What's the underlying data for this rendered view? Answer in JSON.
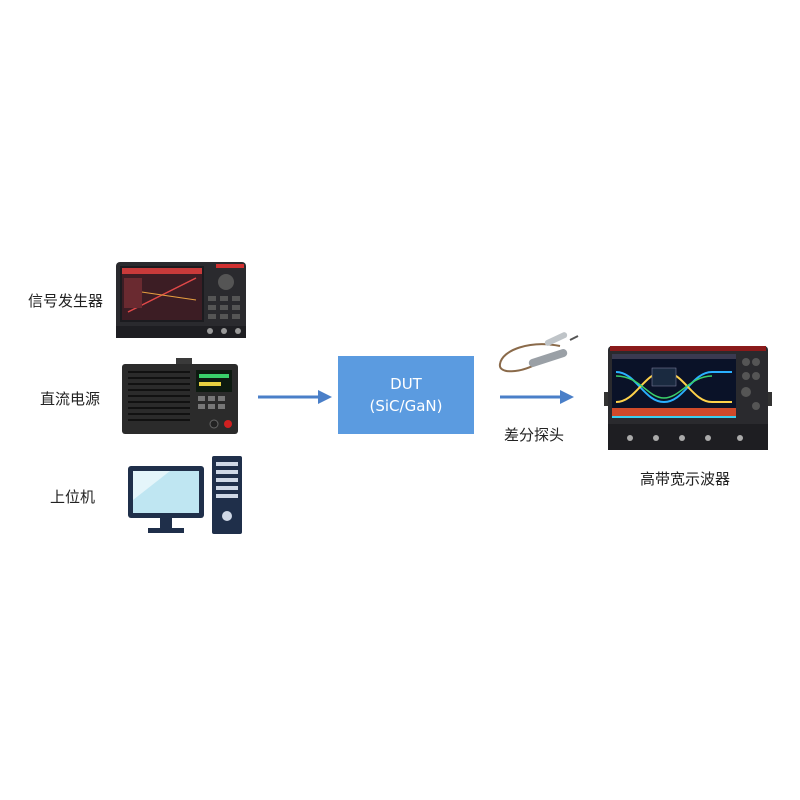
{
  "devices": {
    "signal_generator": "信号发生器",
    "power_supply": "直流电源",
    "host_pc": "上位机",
    "dut_title": "DUT",
    "dut_subtitle": "(SiC/GaN)",
    "probe": "差分探头",
    "oscilloscope": "高带宽示波器"
  },
  "colors": {
    "dut_fill": "#5b9be0",
    "arrow": "#4a7fc8"
  },
  "icons": [
    "signal-generator-icon",
    "power-supply-icon",
    "computer-monitor-icon",
    "pc-tower-icon",
    "differential-probe-icon",
    "oscilloscope-icon"
  ]
}
